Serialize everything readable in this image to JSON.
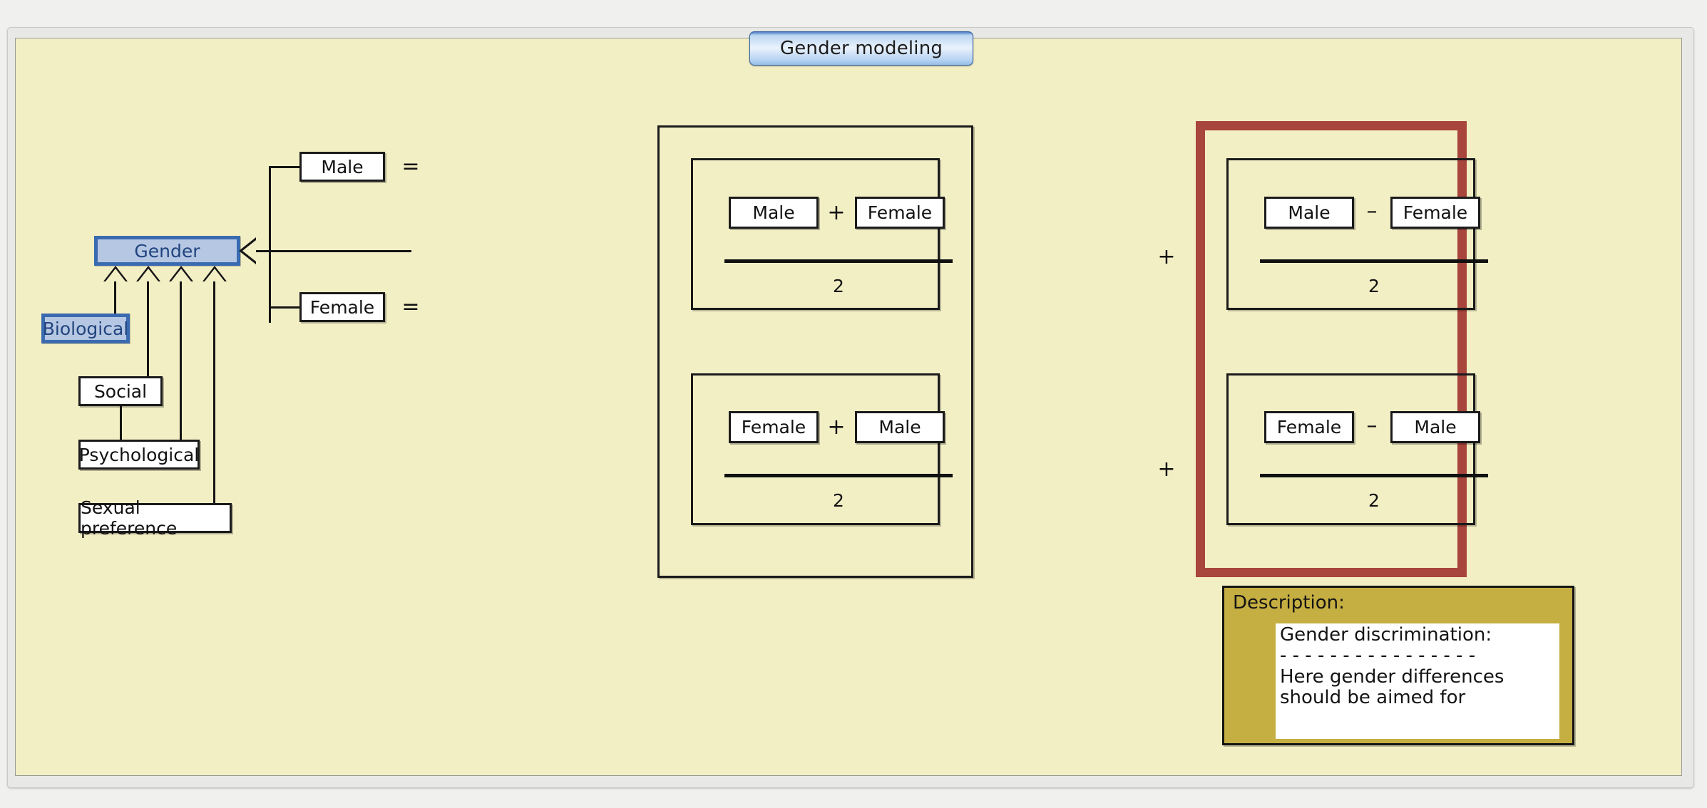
{
  "window": {
    "title": "Gender modeling"
  },
  "hierarchy": {
    "root": {
      "label": "Gender",
      "selected": true
    },
    "children": [
      {
        "label": "Biological",
        "selected": true
      },
      {
        "label": "Social",
        "selected": false
      },
      {
        "label": "Psychological",
        "selected": false
      },
      {
        "label": "Sexual preference",
        "selected": false
      }
    ]
  },
  "branches": [
    {
      "label": "Male",
      "equals": "="
    },
    {
      "label": "Female",
      "equals": "="
    }
  ],
  "equation": {
    "plus_between_groups": "+",
    "average_group": {
      "rows": [
        {
          "left": "Male",
          "op": "+",
          "right": "Female",
          "denominator": "2"
        },
        {
          "left": "Female",
          "op": "+",
          "right": "Male",
          "denominator": "2"
        }
      ]
    },
    "difference_group": {
      "highlight_color": "#a8453c",
      "rows": [
        {
          "left": "Male",
          "op": "–",
          "right": "Female",
          "denominator": "2"
        },
        {
          "left": "Female",
          "op": "–",
          "right": "Male",
          "denominator": "2"
        }
      ]
    }
  },
  "description_note": {
    "title": "Description:",
    "body": "Gender discrimination:\n- - - - - - - - - - - - - - - -\nHere gender differences\nshould be aimed for",
    "background_color": "#c5ae42"
  },
  "colors": {
    "canvas": "#f3efc5",
    "selected_fill": "#b6c7e3",
    "selected_border": "#3a6bb0",
    "highlight_red": "#a8453c",
    "note_gold": "#c5ae42"
  }
}
